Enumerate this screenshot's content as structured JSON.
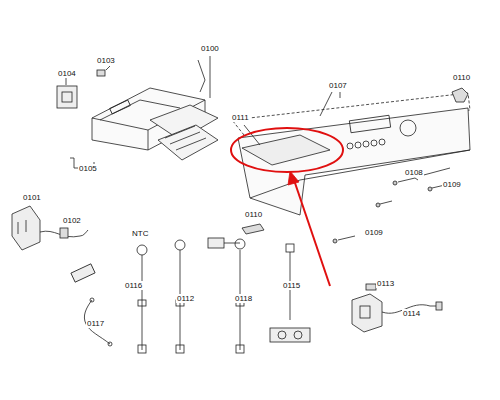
{
  "diagram": {
    "labels": [
      "0104",
      "0103",
      "0100",
      "0105",
      "0107",
      "0111",
      "0110",
      "0101",
      "0102",
      "0108",
      "0109",
      "0110",
      "0109",
      "NTC",
      "0116",
      "0112",
      "0118",
      "0115",
      "0117",
      "0113",
      "0114"
    ]
  }
}
